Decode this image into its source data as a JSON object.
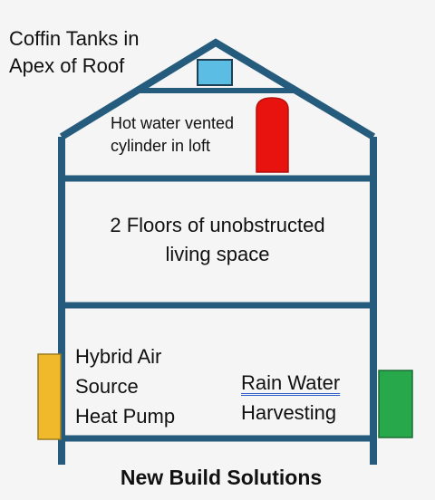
{
  "labels": {
    "coffin_tanks": [
      "Coffin Tanks in",
      "Apex of Roof"
    ],
    "cylinder": [
      "Hot water vented",
      "cylinder in loft"
    ],
    "floors": [
      "2 Floors of unobstructed",
      "living space"
    ],
    "heat_pump": [
      "Hybrid Air",
      "Source",
      "Heat Pump"
    ],
    "rain_water": [
      "Rain Water",
      "Harvesting"
    ]
  },
  "caption": "New Build Solutions",
  "colors": {
    "house_outline": "#255b7d",
    "coffin_tank": "#5bbce4",
    "cylinder": "#e8130f",
    "heat_pump": "#f0b92b",
    "rain_tank": "#27a84a",
    "background": "#f4f5f4"
  }
}
